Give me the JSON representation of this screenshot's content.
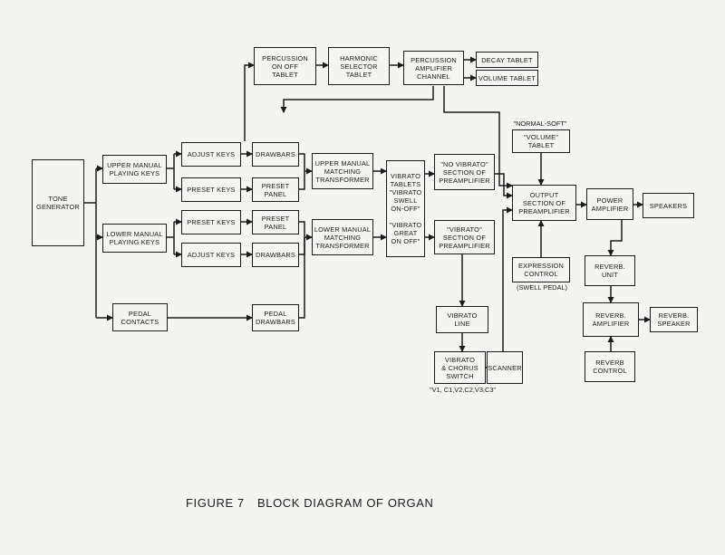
{
  "figure": {
    "caption": [
      "FIGURE 7",
      "BLOCK DIAGRAM OF ORGAN"
    ]
  },
  "blocks": {
    "tone_generator": [
      "TONE",
      "GENERATOR"
    ],
    "upper_manual_keys": [
      "UPPER MANUAL",
      "PLAYING KEYS"
    ],
    "lower_manual_keys": [
      "LOWER MANUAL",
      "PLAYING KEYS"
    ],
    "pedal_contacts": [
      "PEDAL",
      "CONTACTS"
    ],
    "adjust_keys_upper": [
      "ADJUST KEYS"
    ],
    "preset_keys_upper": [
      "PRESET KEYS"
    ],
    "preset_keys_lower": [
      "PRESET KEYS"
    ],
    "adjust_keys_lower": [
      "ADJUST KEYS"
    ],
    "drawbars_upper": [
      "DRAWBARS"
    ],
    "preset_panel_upper": [
      "PRESET",
      "PANEL"
    ],
    "preset_panel_lower": [
      "PRESET",
      "PANEL"
    ],
    "drawbars_lower": [
      "DRAWBARS"
    ],
    "pedal_drawbars": [
      "PEDAL",
      "DRAWBARS"
    ],
    "percussion_onoff": [
      "PERCUSSION",
      "ON  OFF",
      "TABLET"
    ],
    "harmonic_selector": [
      "HARMONIC",
      "SELECTOR",
      "TABLET"
    ],
    "percussion_amp": [
      "PERCUSSION",
      "AMPLIFIER",
      "CHANNEL"
    ],
    "decay_tablet": [
      "DECAY TABLET"
    ],
    "volume_tablet_top": [
      "VOLUME TABLET"
    ],
    "upper_matching": [
      "UPPER MANUAL",
      "MATCHING",
      "TRANSFORMER"
    ],
    "lower_matching": [
      "LOWER MANUAL",
      "MATCHING",
      "TRANSFORMER"
    ],
    "vibrato_tablets": [
      "VIBRATO",
      "TABLETS",
      "\"VIBRATO",
      "SWELL",
      "ON-OFF\"",
      "",
      "\"VIBRATO",
      "GREAT",
      "ON OFF\""
    ],
    "no_vibrato": [
      "\"NO VIBRATO\"",
      "SECTION OF",
      "PREAMPLIFIER"
    ],
    "vibrato_section": [
      "\"VIBRATO\"",
      "SECTION OF",
      "PREAMPLIFIER"
    ],
    "volume_tablet_mid": [
      "\"VOLUME\"",
      "TABLET"
    ],
    "output_section": [
      "OUTPUT",
      "SECTION OF",
      "PREAMPLIFIER"
    ],
    "power_amp": [
      "POWER",
      "AMPLIFIER"
    ],
    "speakers": [
      "SPEAKERS"
    ],
    "expression_control": [
      "EXPRESSION",
      "CONTROL"
    ],
    "vibrato_line": [
      "VIBRATO",
      "LINE"
    ],
    "vibrato_chorus": [
      "VIBRATO",
      "& CHORUS",
      "SWITCH"
    ],
    "scanner": [
      "SCANNER"
    ],
    "reverb_unit": [
      "REVERB.",
      "UNIT"
    ],
    "reverb_amp": [
      "REVERB.",
      "AMPLIFIER"
    ],
    "reverb_speaker": [
      "REVERB.",
      "SPEAKER"
    ],
    "reverb_control": [
      "REVERB",
      "CONTROL"
    ]
  },
  "labels": {
    "normal_soft": [
      "\"NORMAL-SOFT\""
    ],
    "swell_pedal": [
      "(SWELL PEDAL)"
    ],
    "switch_positions": [
      "\"V1, C1,",
      "V2,C2,",
      "V3,C3\""
    ]
  }
}
